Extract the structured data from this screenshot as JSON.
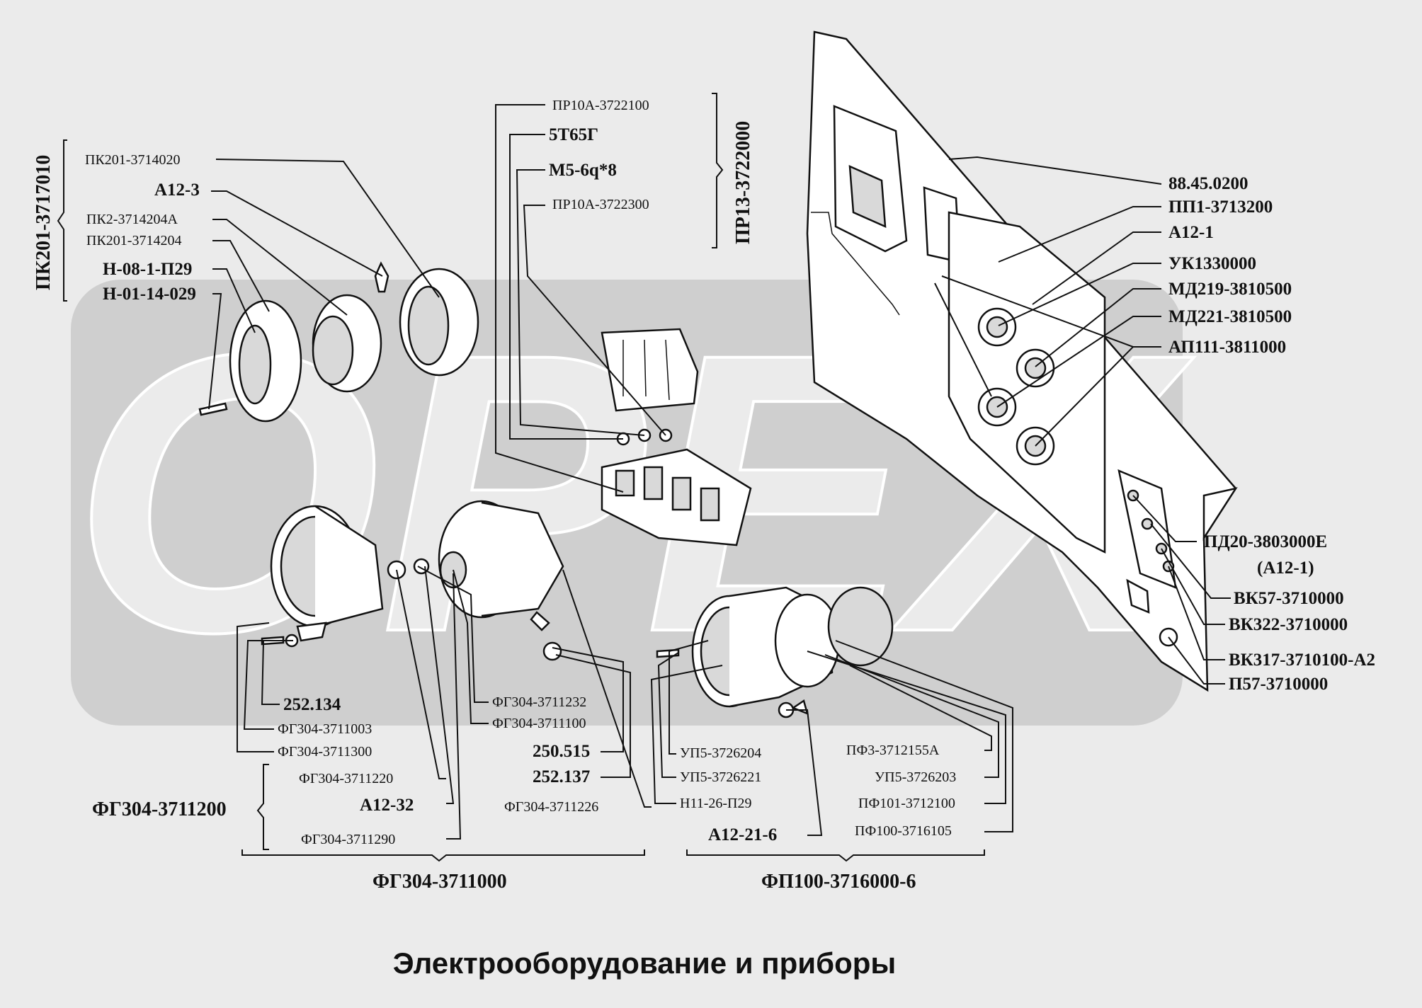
{
  "title": "Электрооборудование и приборы",
  "watermark": "OPEX",
  "groups": {
    "pk201": "ПК201-3717010",
    "pr13": "ПР13-3722000",
    "fg304_200": "ФГ304-3711200",
    "fg304_000": "ФГ304-3711000",
    "fp100": "ФП100-3716000-6"
  },
  "labels": {
    "pk201_3714020": "ПК201-3714020",
    "a12_3": "А12-3",
    "pk2_3714204a": "ПК2-3714204А",
    "pk201_3714204": "ПК201-3714204",
    "n08_1_p29": "Н-08-1-П29",
    "n01_14_029": "Н-01-14-029",
    "pr10a_3722100": "ПР10А-3722100",
    "t65g": "5Т65Г",
    "m5": "М5-6q*8",
    "pr10a_3722300": "ПР10А-3722300",
    "p88_45": "88.45.0200",
    "pp1": "ПП1-3713200",
    "a12_1": "А12-1",
    "uk133": "УК1330000",
    "md219": "МД219-3810500",
    "md221": "МД221-3810500",
    "ap111": "АП111-3811000",
    "pd20": "ПД20-3803000Е",
    "pd20_sub": "(А12-1)",
    "vk57": "ВК57-3710000",
    "vk322": "ВК322-3710000",
    "vk317": "ВК317-3710100-А2",
    "p57": "П57-3710000",
    "n252_134": "252.134",
    "fg3711003": "ФГ304-3711003",
    "fg3711300": "ФГ304-3711300",
    "fg3711232": "ФГ304-3711232",
    "fg3711100": "ФГ304-3711100",
    "n250_515": "250.515",
    "n252_137": "252.137",
    "fg3711220": "ФГ304-3711220",
    "a12_32": "А12-32",
    "fg3711290": "ФГ304-3711290",
    "fg3711226": "ФГ304-3711226",
    "up5_3726204": "УП5-3726204",
    "up5_3726221": "УП5-3726221",
    "n11_26": "Н11-26-П29",
    "a12_21_6": "А12-21-6",
    "pf3": "ПФ3-3712155А",
    "up5_3726203": "УП5-3726203",
    "pf101": "ПФ101-3712100",
    "pf100": "ПФ100-3716105"
  }
}
